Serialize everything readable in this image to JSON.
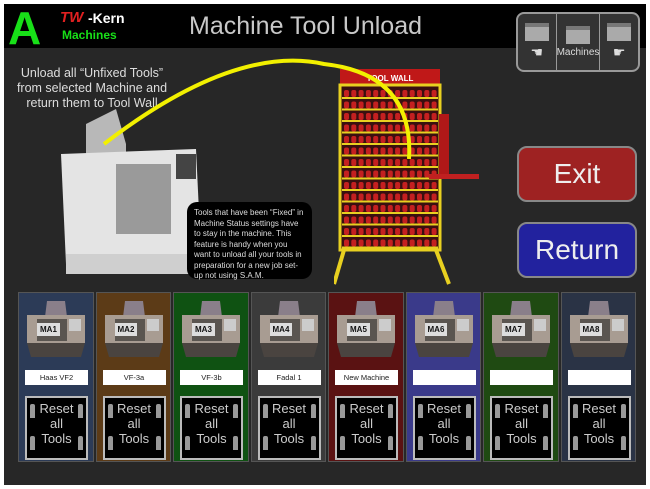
{
  "header": {
    "logo": {
      "a": "A",
      "tw": "TW",
      "kern": "-Kern",
      "machines": "Machines"
    },
    "title": "Machine Tool Unload"
  },
  "nav": {
    "prev_icon": "hand-left-icon",
    "label": "Machines",
    "next_icon": "hand-right-icon"
  },
  "instructions": "Unload all “Unfixed Tools” from selected Machine and return them to Tool Wall",
  "note": "Tools that have been “Fixed” in Machine Status settings have to stay in the machine. This feature is handy when you want to unload all your tools in preparation for a new job set-up not using S.A.M.",
  "toolwall_sign": "TOOL WALL",
  "buttons": {
    "exit": "Exit",
    "return": "Return"
  },
  "reset_label": {
    "l1": "Reset",
    "l2": "all",
    "l3": "Tools"
  },
  "machines": [
    {
      "id": "MA1",
      "name": "Haas VF2",
      "color": "#2c3b57"
    },
    {
      "id": "MA2",
      "name": "VF-3a",
      "color": "#5c3b17"
    },
    {
      "id": "MA3",
      "name": "VF-3b",
      "color": "#0f5212"
    },
    {
      "id": "MA4",
      "name": "Fadal 1",
      "color": "#3b3b3b"
    },
    {
      "id": "MA5",
      "name": "New Machine",
      "color": "#5a1212"
    },
    {
      "id": "MA6",
      "name": "",
      "color": "#3a3a8a"
    },
    {
      "id": "MA7",
      "name": "",
      "color": "#1f4a12"
    },
    {
      "id": "MA8",
      "name": "",
      "color": "#2a3345"
    }
  ]
}
